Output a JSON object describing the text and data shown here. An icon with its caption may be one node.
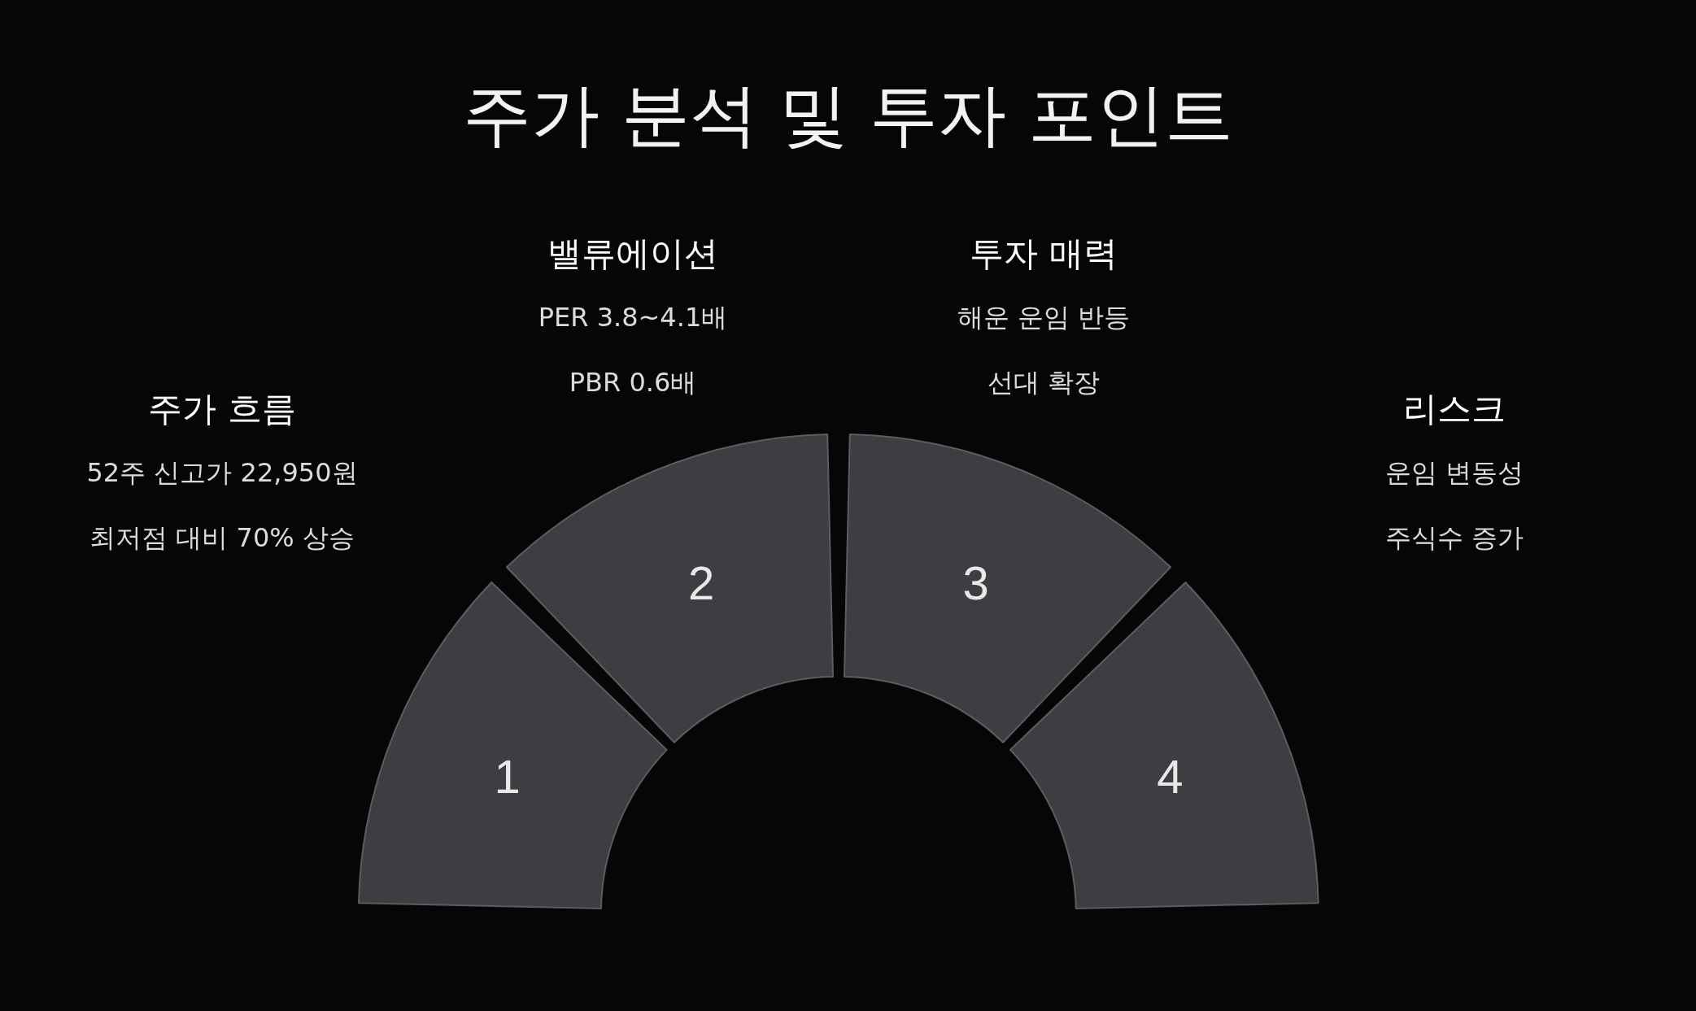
{
  "diagram": {
    "title": "주가 분석 및 투자 포인트",
    "nodes": [
      {
        "text": [
          "1"
        ],
        "beside": [
          "주가 흐름",
          "52주 신고가 22,950원",
          "최저점 대비 70% 상승"
        ]
      },
      {
        "text": [
          "2"
        ],
        "beside": [
          "밸류에이션",
          "PER 3.8~4.1배",
          "PBR 0.6배"
        ]
      },
      {
        "text": [
          "3"
        ],
        "beside": [
          "투자 매력",
          "해운 운임 반등",
          "선대 확장"
        ]
      },
      {
        "text": [
          "4"
        ],
        "beside": [
          "리스크",
          "운임 변동성",
          "주식수 증가"
        ]
      }
    ]
  }
}
